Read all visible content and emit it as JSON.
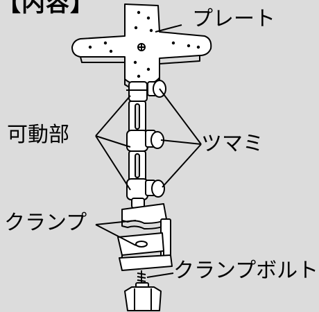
{
  "title": "【内容】",
  "labels": {
    "plate": "プレート",
    "movable": "可動部",
    "knob": "ツマミ",
    "clamp": "クランプ",
    "bolt": "クランプボルト"
  }
}
